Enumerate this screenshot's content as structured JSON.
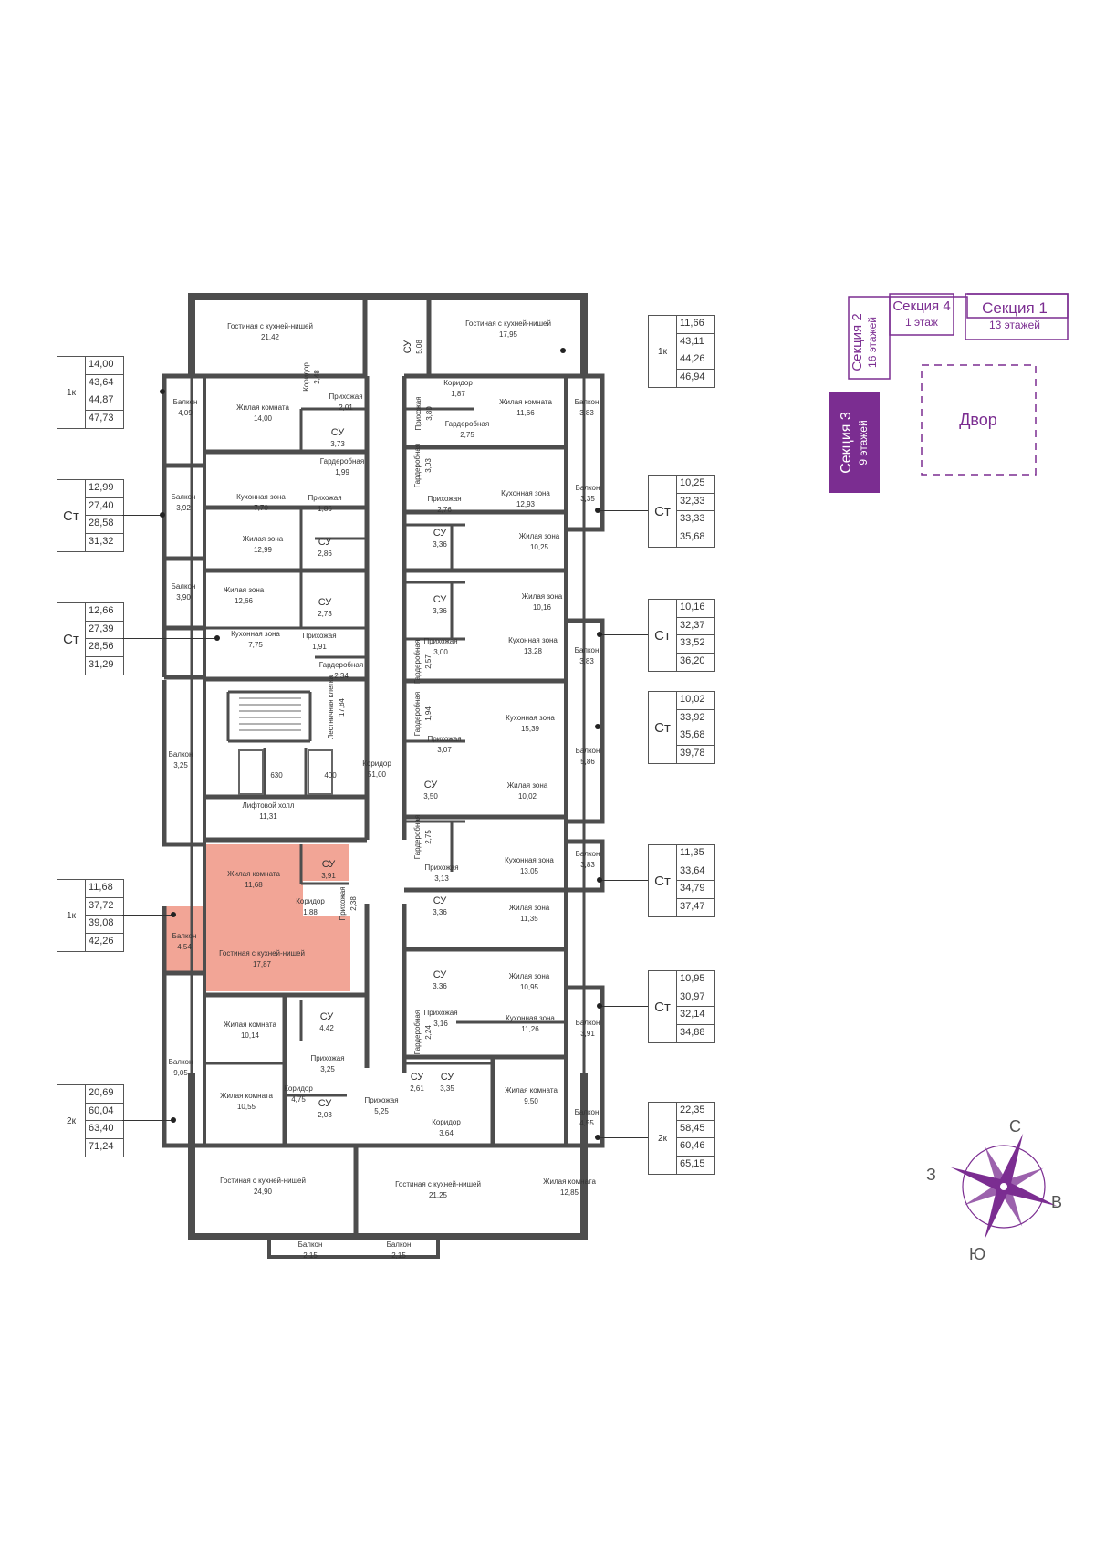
{
  "colors": {
    "highlight": "#f2a596",
    "accent": "#7b2d91",
    "wall": "#4d4d4d"
  },
  "rooms": [
    {
      "id": "r1",
      "name": "Гостиная с кухней-нишей",
      "area": "21,42"
    },
    {
      "id": "r2",
      "name": "Гостиная с кухней-нишей",
      "area": "17,95"
    },
    {
      "id": "r3",
      "name": "СУ",
      "area": "5,08"
    },
    {
      "id": "r4",
      "name": "Коридор",
      "area": "2,48"
    },
    {
      "id": "r5",
      "name": "Прихожая",
      "area": "2,01"
    },
    {
      "id": "r6",
      "name": "Коридор",
      "area": "1,87"
    },
    {
      "id": "r7",
      "name": "Прихожая",
      "area": "3,80"
    },
    {
      "id": "r8",
      "name": "Гардеробная",
      "area": "2,75"
    },
    {
      "id": "r9",
      "name": "Жилая комната",
      "area": "14,00"
    },
    {
      "id": "r10",
      "name": "Жилая комната",
      "area": "11,66"
    },
    {
      "id": "r11",
      "name": "Балкон",
      "area": "4,09"
    },
    {
      "id": "r12",
      "name": "Балкон",
      "area": "3,83"
    },
    {
      "id": "r13",
      "name": "СУ",
      "area": "3,73"
    },
    {
      "id": "r14",
      "name": "Гардеробная",
      "area": "1,99"
    },
    {
      "id": "r15",
      "name": "Гардеробная",
      "area": "3,03"
    },
    {
      "id": "r16",
      "name": "Кухонная зона",
      "area": "7,70"
    },
    {
      "id": "r17",
      "name": "Прихожая",
      "area": "1,86"
    },
    {
      "id": "r18",
      "name": "Прихожая",
      "area": "2,76"
    },
    {
      "id": "r19",
      "name": "Кухонная зона",
      "area": "12,93"
    },
    {
      "id": "r20",
      "name": "Балкон",
      "area": "3,92"
    },
    {
      "id": "r21",
      "name": "Балкон",
      "area": "3,35"
    },
    {
      "id": "r22",
      "name": "Жилая зона",
      "area": "12,99"
    },
    {
      "id": "r23",
      "name": "СУ",
      "area": "2,86"
    },
    {
      "id": "r24",
      "name": "СУ",
      "area": "3,36"
    },
    {
      "id": "r25",
      "name": "Жилая зона",
      "area": "10,25"
    },
    {
      "id": "r26",
      "name": "Балкон",
      "area": "3,90"
    },
    {
      "id": "r27",
      "name": "Жилая зона",
      "area": "12,66"
    },
    {
      "id": "r28",
      "name": "СУ",
      "area": "2,73"
    },
    {
      "id": "r29",
      "name": "СУ",
      "area": "3,36"
    },
    {
      "id": "r30",
      "name": "Жилая зона",
      "area": "10,16"
    },
    {
      "id": "r31",
      "name": "Кухонная зона",
      "area": "7,75"
    },
    {
      "id": "r32",
      "name": "Прихожая",
      "area": "1,91"
    },
    {
      "id": "r33",
      "name": "Прихожая",
      "area": "3,00"
    },
    {
      "id": "r34",
      "name": "Кухонная зона",
      "area": "13,28"
    },
    {
      "id": "r35",
      "name": "Гардеробная",
      "area": "2,34"
    },
    {
      "id": "r36",
      "name": "Гардеробная",
      "area": "2,57"
    },
    {
      "id": "r37",
      "name": "Балкон",
      "area": "3,83"
    },
    {
      "id": "r38",
      "name": "Лестничная клетка",
      "area": "17,84"
    },
    {
      "id": "r39",
      "name": "Гардеробная",
      "area": "1,94"
    },
    {
      "id": "r40",
      "name": "Кухонная зона",
      "area": "15,39"
    },
    {
      "id": "r41",
      "name": "Балкон",
      "area": "3,25"
    },
    {
      "id": "r42",
      "name": "Прихожая",
      "area": "3,07"
    },
    {
      "id": "r43",
      "name": "Коридор",
      "area": "51,00"
    },
    {
      "id": "r44",
      "name": "Балкон",
      "area": "5,86"
    },
    {
      "id": "r45",
      "name": "СУ",
      "area": "3,50"
    },
    {
      "id": "r46",
      "name": "Жилая зона",
      "area": "10,02"
    },
    {
      "id": "r47",
      "name": "Лифтовой холл",
      "area": "11,31"
    },
    {
      "id": "r48",
      "name": "Гардеробная",
      "area": "2,75"
    },
    {
      "id": "r49",
      "name": "Жилая комната",
      "area": "11,68"
    },
    {
      "id": "r50",
      "name": "СУ",
      "area": "3,91"
    },
    {
      "id": "r51",
      "name": "Кухонная зона",
      "area": "13,05"
    },
    {
      "id": "r52",
      "name": "Прихожая",
      "area": "3,13"
    },
    {
      "id": "r53",
      "name": "Балкон",
      "area": "3,83"
    },
    {
      "id": "r54",
      "name": "Коридор",
      "area": "1,88"
    },
    {
      "id": "r55",
      "name": "Прихожая",
      "area": "2,38"
    },
    {
      "id": "r56",
      "name": "СУ",
      "area": "3,36"
    },
    {
      "id": "r57",
      "name": "Жилая зона",
      "area": "11,35"
    },
    {
      "id": "r58",
      "name": "Балкон",
      "area": "4,54"
    },
    {
      "id": "r59",
      "name": "Гостиная с кухней-нишей",
      "area": "17,87"
    },
    {
      "id": "r60",
      "name": "СУ",
      "area": "3,36"
    },
    {
      "id": "r61",
      "name": "Жилая зона",
      "area": "10,95"
    },
    {
      "id": "r62",
      "name": "СУ",
      "area": "4,42"
    },
    {
      "id": "r63",
      "name": "Прихожая",
      "area": "3,16"
    },
    {
      "id": "r64",
      "name": "Кухонная зона",
      "area": "11,26"
    },
    {
      "id": "r65",
      "name": "Балкон",
      "area": "3,91"
    },
    {
      "id": "r66",
      "name": "Жилая комната",
      "area": "10,14"
    },
    {
      "id": "r67",
      "name": "Гардеробная",
      "area": "2,24"
    },
    {
      "id": "r68",
      "name": "Балкон",
      "area": "9,05"
    },
    {
      "id": "r69",
      "name": "Прихожая",
      "area": "3,25"
    },
    {
      "id": "r70",
      "name": "Коридор",
      "area": "4,75"
    },
    {
      "id": "r71",
      "name": "СУ",
      "area": "2,61"
    },
    {
      "id": "r72",
      "name": "СУ",
      "area": "3,35"
    },
    {
      "id": "r73",
      "name": "Жилая комната",
      "area": "9,50"
    },
    {
      "id": "r74",
      "name": "Жилая комната",
      "area": "10,55"
    },
    {
      "id": "r75",
      "name": "СУ",
      "area": "2,03"
    },
    {
      "id": "r76",
      "name": "Прихожая",
      "area": "5,25"
    },
    {
      "id": "r77",
      "name": "Коридор",
      "area": "3,64"
    },
    {
      "id": "r78",
      "name": "Балкон",
      "area": "4,55"
    },
    {
      "id": "r79",
      "name": "Гостиная с кухней-нишей",
      "area": "24,90"
    },
    {
      "id": "r80",
      "name": "Гостиная с кухней-нишей",
      "area": "21,25"
    },
    {
      "id": "r81",
      "name": "Жилая комната",
      "area": "12,85"
    },
    {
      "id": "r82",
      "name": "Балкон",
      "area": "2,15"
    },
    {
      "id": "r83",
      "name": "Балкон",
      "area": "2,15"
    }
  ],
  "lifts": [
    "630",
    "400"
  ],
  "legend_tables": [
    {
      "id": "t1",
      "code": "1к",
      "values": [
        "14,00",
        "43,64",
        "44,87",
        "47,73"
      ]
    },
    {
      "id": "t2",
      "code": "Ст",
      "values": [
        "12,99",
        "27,40",
        "28,58",
        "31,32"
      ]
    },
    {
      "id": "t3",
      "code": "Ст",
      "values": [
        "12,66",
        "27,39",
        "28,56",
        "31,29"
      ]
    },
    {
      "id": "t4",
      "code": "1к",
      "values": [
        "11,68",
        "37,72",
        "39,08",
        "42,26"
      ]
    },
    {
      "id": "t5",
      "code": "2к",
      "values": [
        "20,69",
        "60,04",
        "63,40",
        "71,24"
      ]
    },
    {
      "id": "t6",
      "code": "1к",
      "values": [
        "11,66",
        "43,11",
        "44,26",
        "46,94"
      ]
    },
    {
      "id": "t7",
      "code": "Ст",
      "values": [
        "10,25",
        "32,33",
        "33,33",
        "35,68"
      ]
    },
    {
      "id": "t8",
      "code": "Ст",
      "values": [
        "10,16",
        "32,37",
        "33,52",
        "36,20"
      ]
    },
    {
      "id": "t9",
      "code": "Ст",
      "values": [
        "10,02",
        "33,92",
        "35,68",
        "39,78"
      ]
    },
    {
      "id": "t10",
      "code": "Ст",
      "values": [
        "11,35",
        "33,64",
        "34,79",
        "37,47"
      ]
    },
    {
      "id": "t11",
      "code": "Ст",
      "values": [
        "10,95",
        "30,97",
        "32,14",
        "34,88"
      ]
    },
    {
      "id": "t12",
      "code": "2к",
      "values": [
        "22,35",
        "58,45",
        "60,46",
        "65,15"
      ]
    }
  ],
  "keyplan": {
    "section4": {
      "name": "Секция 4",
      "floors": "1 этаж"
    },
    "section1": {
      "name": "Секция 1",
      "floors": "13 этажей"
    },
    "section2": {
      "name": "Секция 2",
      "floors": "16 этажей"
    },
    "section3": {
      "name": "Секция 3",
      "floors": "9 этажей"
    },
    "yard": "Двор"
  },
  "compass": {
    "n": "С",
    "s": "Ю",
    "e": "В",
    "w": "З"
  }
}
